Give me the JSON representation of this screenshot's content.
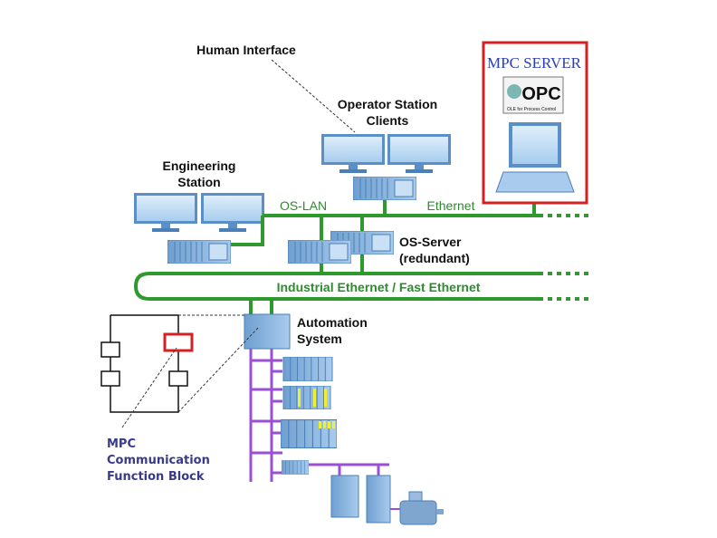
{
  "labels": {
    "human_interface": "Human Interface",
    "operator_station": [
      "Operator Station",
      "Clients"
    ],
    "engineering_station": [
      "Engineering",
      "Station"
    ],
    "os_lan": "OS-LAN",
    "ethernet": "Ethernet",
    "os_server": [
      "OS-Server",
      "(redundant)"
    ],
    "industrial_ethernet": "Industrial Ethernet / Fast Ethernet",
    "automation_system": [
      "Automation",
      "System"
    ],
    "mpc_block": [
      "MPC",
      "Communication",
      "Function Block"
    ],
    "mpc_server": "MPC SERVER",
    "opc_logo": "OPC",
    "opc_tagline": "OLE for Process Control"
  },
  "colors": {
    "network": "#2e9a2e",
    "fieldbus": "#9b4fd6",
    "highlight": "#d42020",
    "device": "#8fb8e0",
    "mpc_text": "#3a3a8c"
  }
}
